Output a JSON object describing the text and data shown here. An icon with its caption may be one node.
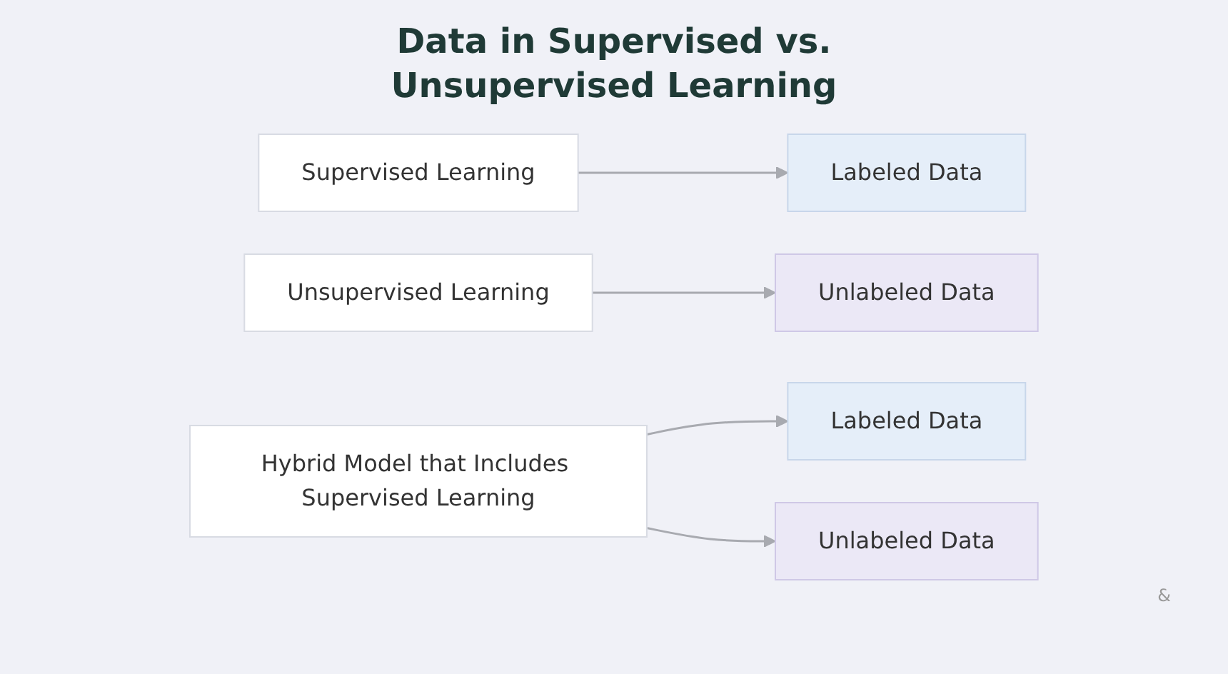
{
  "diagram": {
    "title": "Data in Supervised vs. Unsupervised Learning",
    "nodes": [
      {
        "text": [
          "Supervised Learning"
        ]
      },
      {
        "text": [
          "Labeled Data"
        ]
      },
      {
        "text": [
          "Unsupervised Learning"
        ]
      },
      {
        "text": [
          "Unlabeled Data"
        ]
      },
      {
        "text": [
          "Hybrid Model that Includes Supervised Learning"
        ]
      },
      {
        "text": [
          "Labeled Data"
        ]
      },
      {
        "text": [
          "Unlabeled Data"
        ]
      }
    ],
    "edges": [
      {
        "from": 0,
        "to": 1,
        "arrow": "to"
      },
      {
        "from": 2,
        "to": 3,
        "arrow": "to"
      },
      {
        "from": 4,
        "to": 5,
        "arrow": "to"
      },
      {
        "from": 4,
        "to": 6,
        "arrow": "to"
      }
    ],
    "labels": [
      "&"
    ]
  }
}
